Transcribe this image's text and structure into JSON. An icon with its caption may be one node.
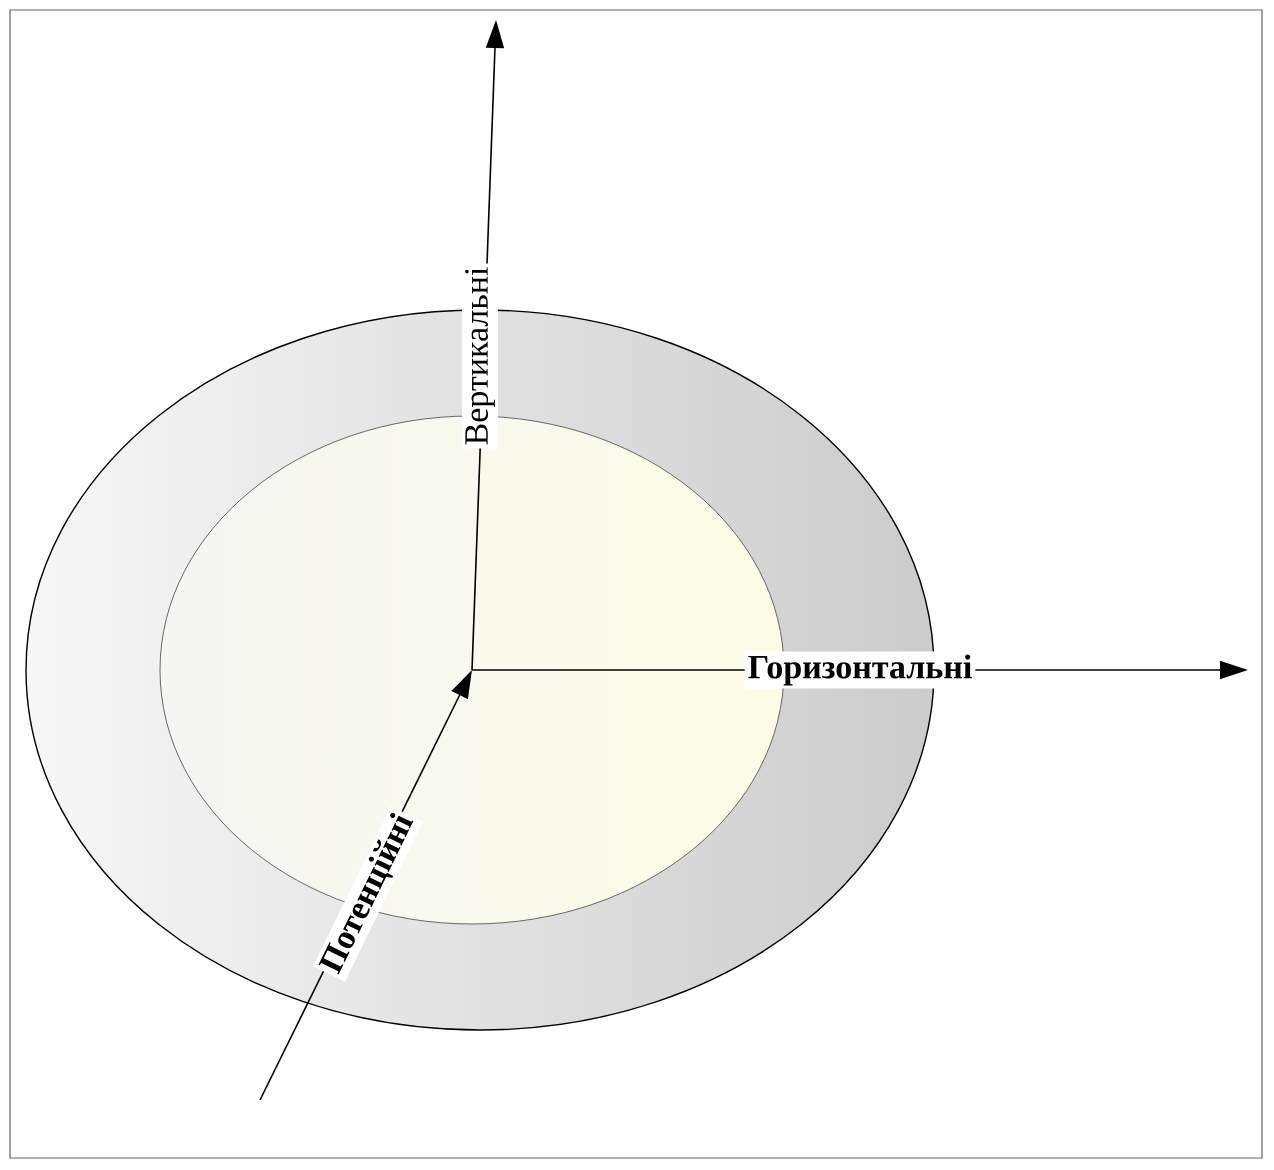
{
  "diagram": {
    "labels": [
      "Вертикальні",
      "Горизонтальні",
      "Потенційні"
    ]
  }
}
